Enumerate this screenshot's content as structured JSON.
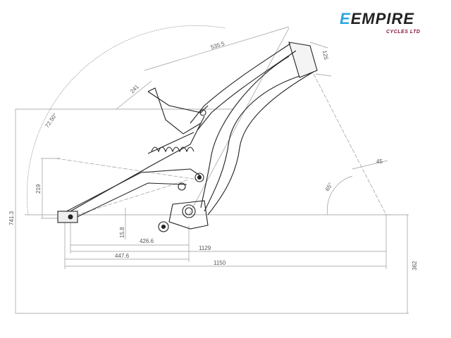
{
  "logo": {
    "prefix": "E",
    "name": "EMPIRE",
    "subtitle": "CYCLES LTD",
    "colors": {
      "blue": "#2aa7e0",
      "dark": "#222222",
      "maroon": "#8a1538"
    }
  },
  "dimensions": {
    "top_tube": "535.5",
    "head_tube": "125",
    "seat_tube": "241",
    "seat_angle": "72.50°",
    "head_angle": "65°",
    "fork_offset": "45",
    "chainstay_rise": "219",
    "stack": "741.3",
    "bb_drop": "15.8",
    "chainstay_a": "426.6",
    "wheelbase_a": "1129",
    "chainstay_b": "447.6",
    "wheelbase_b": "1150",
    "bb_height": "362"
  }
}
